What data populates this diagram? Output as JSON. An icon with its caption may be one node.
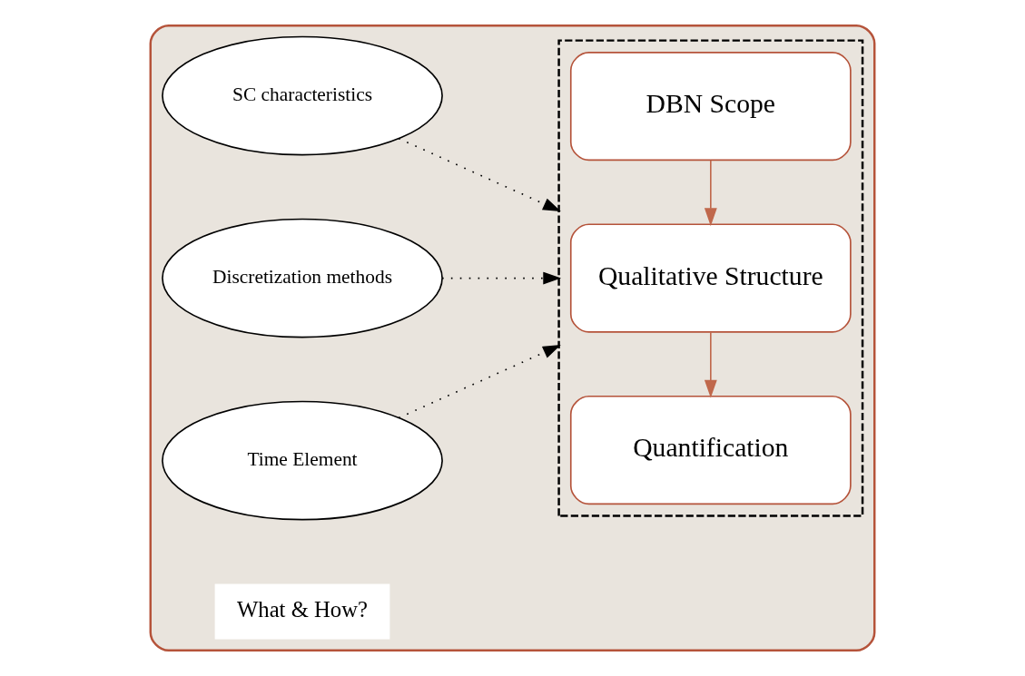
{
  "diagram": {
    "nodes": [
      {
        "text": [],
        "shape": "box"
      },
      {
        "text": [
          "SC characteristics"
        ],
        "in": 0
      },
      {
        "text": [
          "Discretization methods"
        ],
        "in": 0
      },
      {
        "text": [
          "Time Element"
        ],
        "in": 0
      },
      {
        "text": [],
        "shape": "box",
        "in": 0
      },
      {
        "text": [
          "DBN Scope"
        ],
        "in": 4
      },
      {
        "text": [
          "Qualitative Structure"
        ],
        "in": 4
      },
      {
        "text": [
          "Quantification"
        ],
        "in": 4
      },
      {
        "text": [
          "What & How?"
        ],
        "in": 0
      }
    ],
    "edges": [
      {
        "from": 1,
        "to": 4,
        "arrow": "to",
        "style": "dashed"
      },
      {
        "from": 2,
        "to": 4,
        "arrow": "to",
        "style": "dashed"
      },
      {
        "from": 3,
        "to": 4,
        "arrow": "to",
        "style": "dashed"
      },
      {
        "from": 5,
        "to": 6,
        "arrow": "to",
        "color": "#c0684c"
      },
      {
        "from": 6,
        "to": 7,
        "arrow": "to",
        "color": "#c0684c"
      }
    ]
  }
}
